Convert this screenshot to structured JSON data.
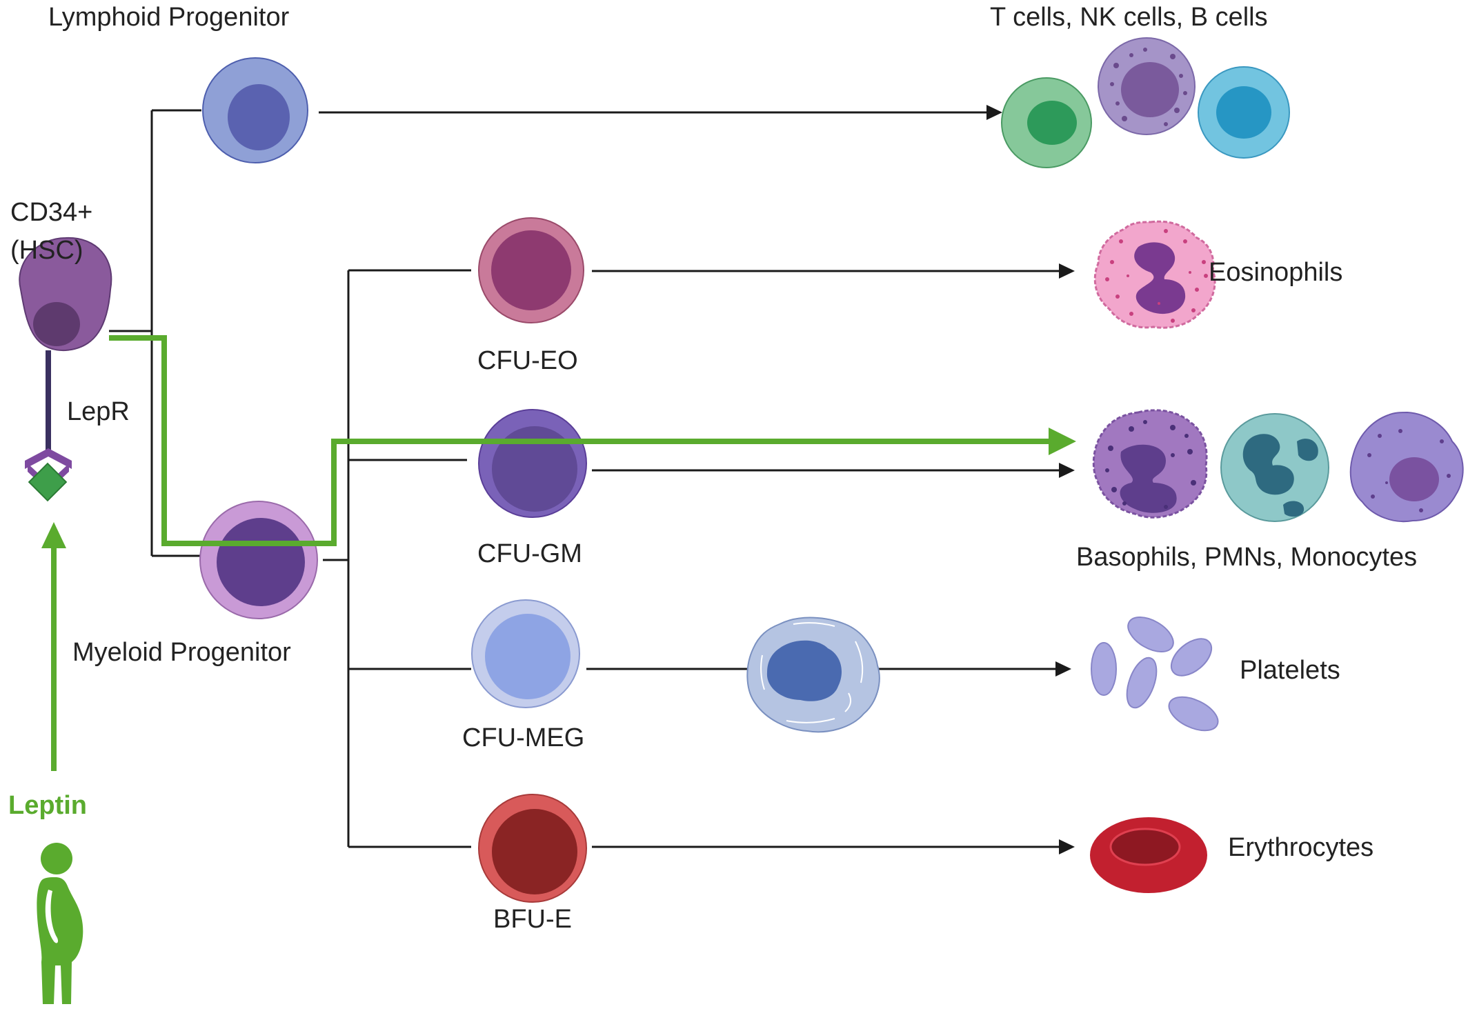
{
  "labels": {
    "lymphoid": "Lymphoid Progenitor",
    "lymphoid_products": "T cells, NK cells, B cells",
    "hsc_line1": "CD34+",
    "hsc_line2": "(HSC)",
    "lepr": "LepR",
    "leptin": "Leptin",
    "myeloid": "Myeloid Progenitor",
    "cfu_eo": "CFU-EO",
    "cfu_gm": "CFU-GM",
    "cfu_meg": "CFU-MEG",
    "bfu_e": "BFU-E",
    "eosinophils": "Eosinophils",
    "gm_products": "Basophils, PMNs, Monocytes",
    "platelets": "Platelets",
    "erythrocytes": "Erythrocytes"
  },
  "colors": {
    "line": "#1a1a1a",
    "leptin_path": "#5aab2e",
    "hsc": "#8a5a9c",
    "lymphoid": "#8fa0d6",
    "myeloid": "#c99ad6",
    "cfu_eo": "#c97a9a",
    "cfu_gm": "#7a62b8",
    "cfu_meg": "#b9c6ea",
    "bfu_e": "#d85a5a",
    "eosinophil": "#f2a6cc",
    "erythrocyte": "#c2202f",
    "platelet": "#a9a8e0"
  },
  "icons": [
    "hsc-cell-icon",
    "lepr-receptor-icon",
    "leptin-ligand-icon",
    "person-icon",
    "lymphoid-progenitor-icon",
    "myeloid-progenitor-icon",
    "t-cell-icon",
    "nk-cell-icon",
    "b-cell-icon",
    "cfu-eo-icon",
    "cfu-gm-icon",
    "cfu-meg-icon",
    "bfu-e-icon",
    "eosinophil-icon",
    "basophil-icon",
    "pmn-icon",
    "monocyte-icon",
    "megakaryocyte-icon",
    "platelet-icon",
    "erythrocyte-icon"
  ]
}
